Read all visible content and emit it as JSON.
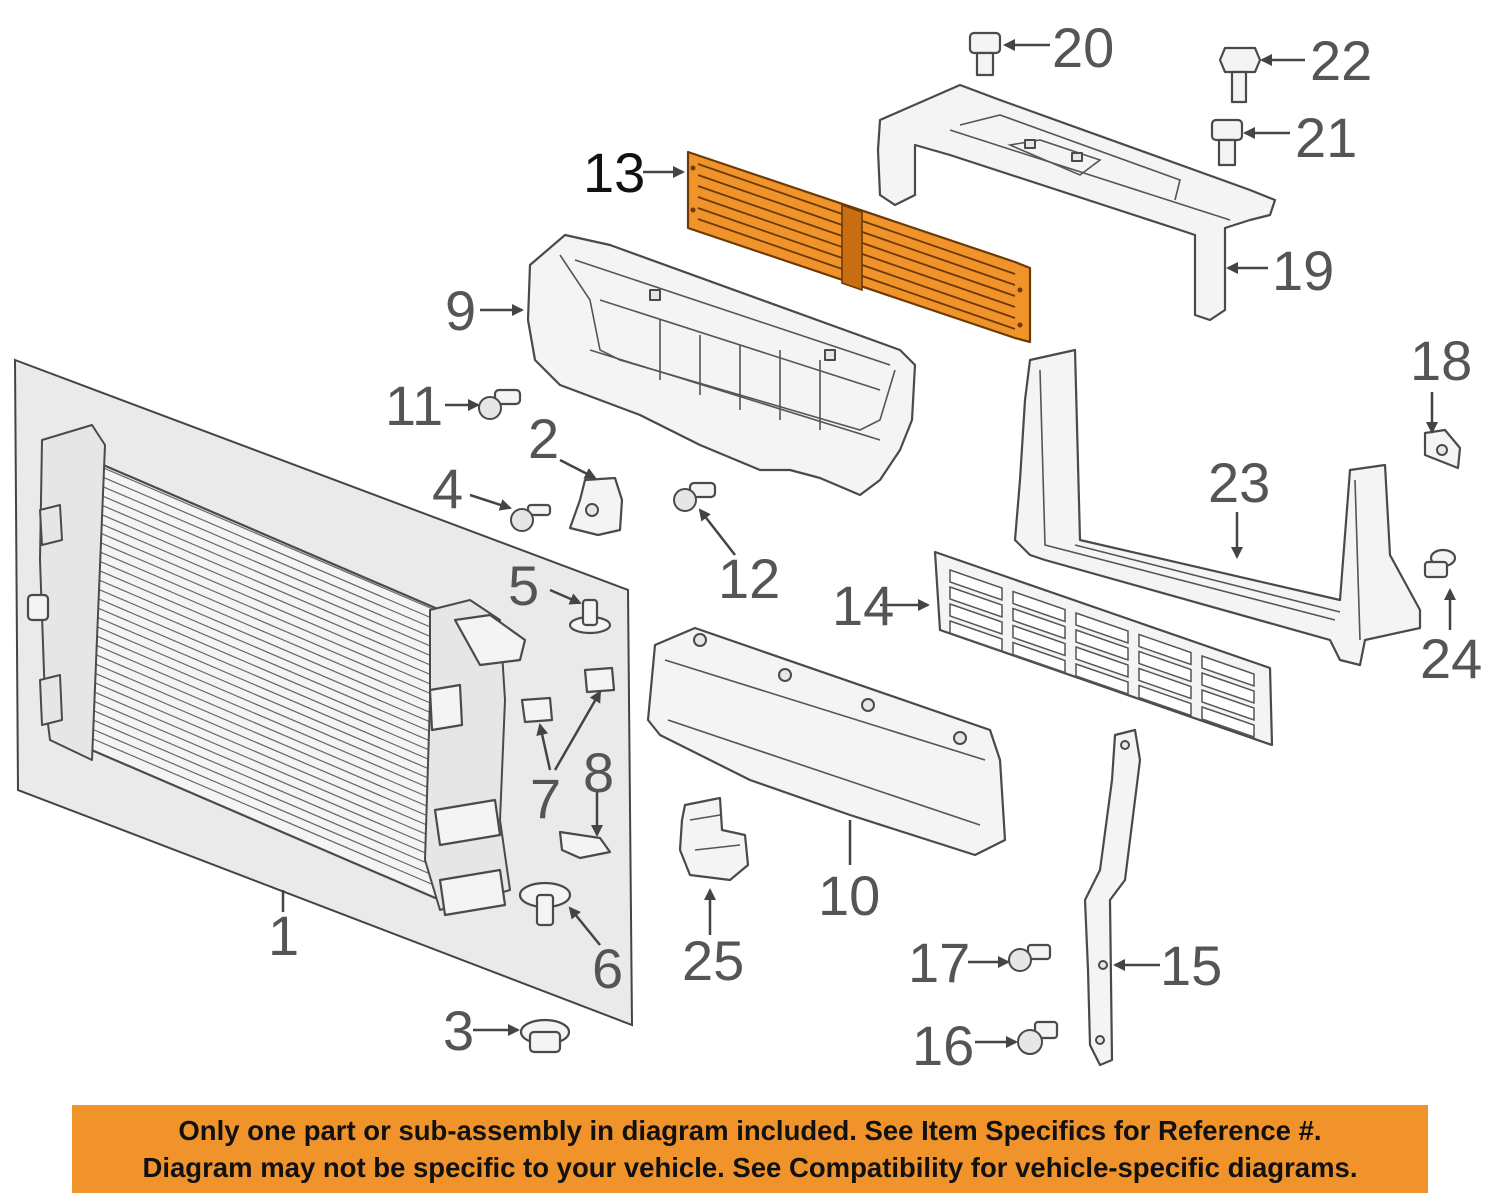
{
  "diagram": {
    "highlighted_part": "13",
    "highlight_color": "#f0932b",
    "callouts": [
      "1",
      "2",
      "3",
      "4",
      "5",
      "6",
      "7",
      "8",
      "9",
      "10",
      "11",
      "12",
      "13",
      "14",
      "15",
      "16",
      "17",
      "18",
      "19",
      "20",
      "21",
      "22",
      "23",
      "24",
      "25"
    ]
  },
  "banner": {
    "background": "#f0932b",
    "line1": "Only one part or sub-assembly in diagram included. See Item Specifics for Reference #.",
    "line2": "Diagram may not be specific to your vehicle. See Compatibility for vehicle-specific diagrams."
  }
}
